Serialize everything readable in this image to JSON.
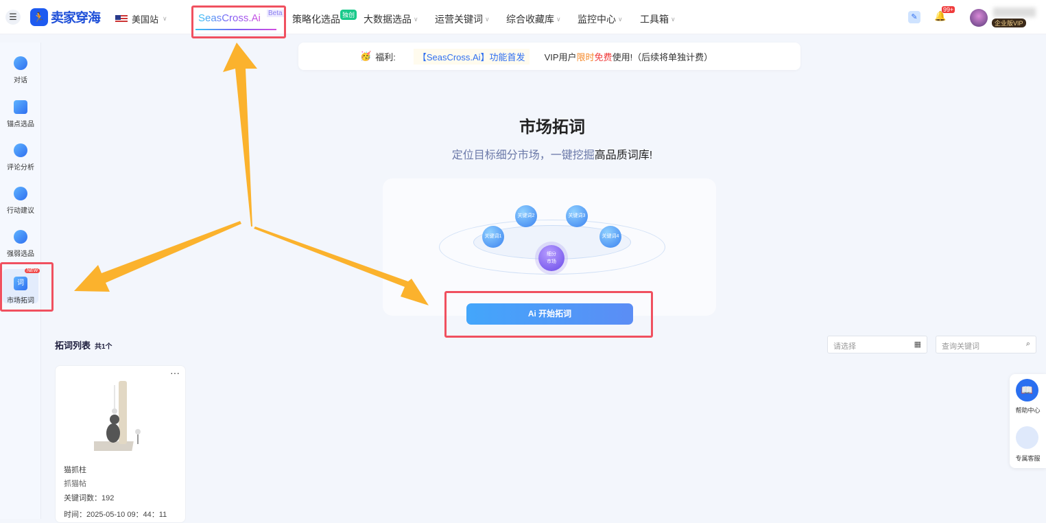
{
  "header": {
    "logo": "卖家穿海",
    "site": "美国站",
    "nav": [
      {
        "label": "SeasCross.Ai",
        "badge": "Beta"
      },
      {
        "label": "策略化选品",
        "badge": "独创"
      },
      {
        "label": "大数据选品"
      },
      {
        "label": "运营关键词"
      },
      {
        "label": "综合收藏库"
      },
      {
        "label": "监控中心"
      },
      {
        "label": "工具箱"
      }
    ],
    "notifications": "99+",
    "vip": "企业版VIP"
  },
  "sidebar": {
    "items": [
      {
        "label": "对话"
      },
      {
        "label": "锚点选品"
      },
      {
        "label": "评论分析"
      },
      {
        "label": "行动建议"
      },
      {
        "label": "强弱选品"
      },
      {
        "label": "市场拓词",
        "icon_text": "词",
        "badge": "NEW"
      }
    ]
  },
  "banner": {
    "prefix": "福利:",
    "feature": "【SeasCross.Ai】功能首发",
    "vip": "VIP用户",
    "limited": "限时",
    "free": "免费",
    "suffix": "使用!（后续将单独计费）"
  },
  "hero": {
    "title": "市场拓词",
    "subtitle_a": "定位目标细分市场，一键挖掘",
    "subtitle_b": "高品质词库!",
    "nodes": [
      "关键词1",
      "关键词2",
      "关键词3",
      "关键词4"
    ],
    "center": [
      "细分",
      "市场"
    ],
    "button": "Ai 开始拓词"
  },
  "list": {
    "title": "拓词列表",
    "count": "共1个",
    "date_placeholder": "请选择",
    "search_placeholder": "查询关键词",
    "cards": [
      {
        "name": "猫抓柱",
        "sub": "抓猫帖",
        "keywords": "关键词数：192",
        "time": "时间：2025-05-10 09：44：11"
      }
    ]
  },
  "float": {
    "help": "帮助中心",
    "service": "专属客服"
  },
  "colors": {
    "accent": "#2f6ff0",
    "highlight_box": "#f0505f",
    "arrow": "#fbb22d"
  }
}
